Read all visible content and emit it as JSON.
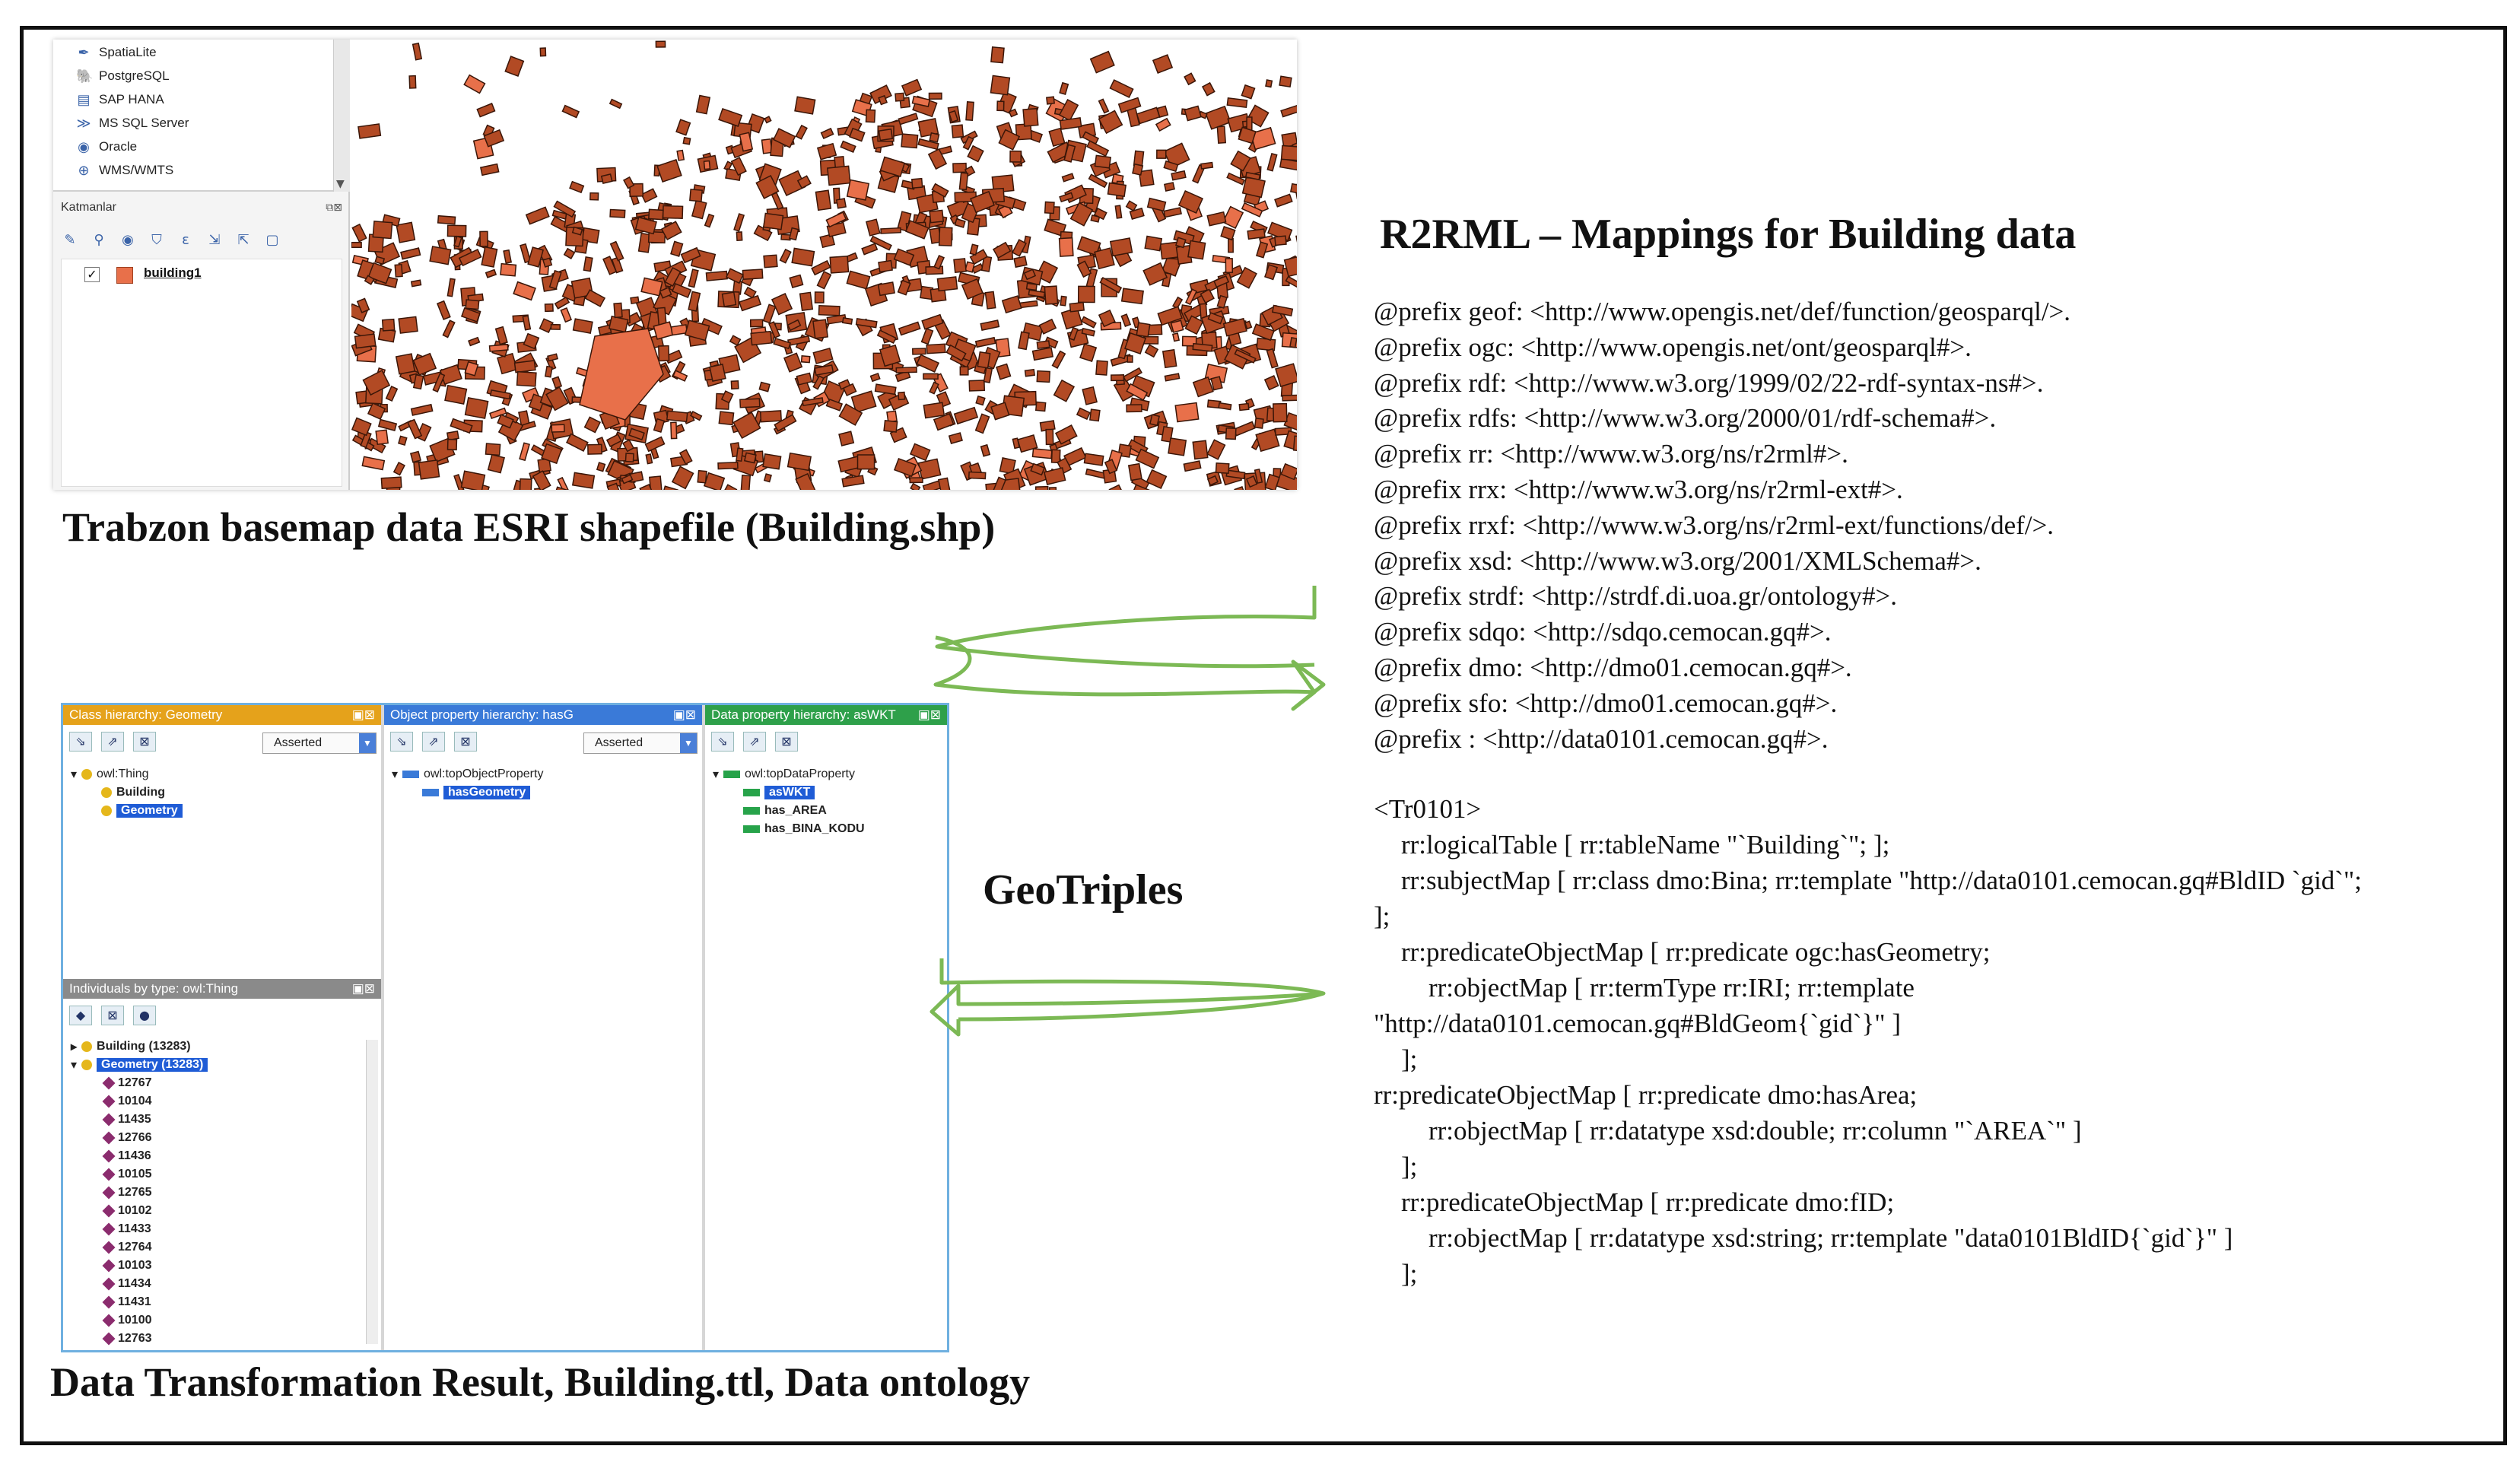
{
  "qgis": {
    "sources": [
      {
        "icon": "spatialite-icon",
        "label": "SpatiaLite"
      },
      {
        "icon": "postgresql-icon",
        "label": "PostgreSQL"
      },
      {
        "icon": "sap-hana-icon",
        "label": "SAP HANA"
      },
      {
        "icon": "ms-sql-server-icon",
        "label": "MS SQL Server"
      },
      {
        "icon": "oracle-icon",
        "label": "Oracle"
      },
      {
        "icon": "wms-wmts-icon",
        "label": "WMS/WMTS"
      }
    ],
    "layers_title": "Katmanlar",
    "layer_name": "building1",
    "layer_checked": true,
    "layer_color": "#e8704a"
  },
  "captions": {
    "qgis": "Trabzon basemap data ESRI shapefile (Building.shp)",
    "protege": "Data Transformation Result, Building.ttl, Data ontology",
    "geotriples": "GeoTriples"
  },
  "protege": {
    "class_pane": {
      "title": "Class hierarchy: Geometry",
      "color": "#e5a21b",
      "mode": "Asserted",
      "root": "owl:Thing",
      "children": [
        "Building",
        "Geometry"
      ],
      "selected": "Geometry"
    },
    "object_pane": {
      "title": "Object property hierarchy: hasG",
      "color": "#3a7ad8",
      "mode": "Asserted",
      "root": "owl:topObjectProperty",
      "children": [
        "hasGeometry"
      ],
      "selected": "hasGeometry"
    },
    "data_pane": {
      "title": "Data property hierarchy: asWKT",
      "color": "#2ea04a",
      "root": "owl:topDataProperty",
      "children": [
        "asWKT",
        "has_AREA",
        "has_BINA_KODU"
      ],
      "selected": "asWKT"
    },
    "individuals_pane": {
      "title": "Individuals by type: owl:Thing",
      "color": "#8a8a8a",
      "groups": [
        "Building (13283)",
        "Geometry (13283)"
      ],
      "selected": "Geometry (13283)",
      "items": [
        "12767",
        "10104",
        "11435",
        "12766",
        "11436",
        "10105",
        "12765",
        "10102",
        "11433",
        "12764",
        "10103",
        "11434",
        "11431",
        "10100",
        "12763"
      ]
    }
  },
  "r2rml": {
    "title": "R2RML – Mappings for Building data",
    "prefixes": [
      "@prefix geof: <http://www.opengis.net/def/function/geosparql/>.",
      "@prefix ogc: <http://www.opengis.net/ont/geosparql#>.",
      "@prefix rdf: <http://www.w3.org/1999/02/22-rdf-syntax-ns#>.",
      "@prefix rdfs: <http://www.w3.org/2000/01/rdf-schema#>.",
      "@prefix rr: <http://www.w3.org/ns/r2rml#>.",
      "@prefix rrx: <http://www.w3.org/ns/r2rml-ext#>.",
      "@prefix rrxf: <http://www.w3.org/ns/r2rml-ext/functions/def/>.",
      "@prefix xsd: <http://www.w3.org/2001/XMLSchema#>.",
      "@prefix strdf: <http://strdf.di.uoa.gr/ontology#>.",
      "@prefix sdqo: <http://sdqo.cemocan.gq#>.",
      "@prefix dmo: <http://dmo01.cemocan.gq#>.",
      "@prefix sfo: <http://dmo01.cemocan.gq#>.",
      "@prefix : <http://data0101.cemocan.gq#>."
    ],
    "body": [
      "<Tr0101>",
      "rr:logicalTable [ rr:tableName \"`Building`\"; ];",
      "rr:subjectMap [ rr:class dmo:Bina; rr:template \"http://data0101.cemocan.gq#BldID `gid`\";",
      "];",
      "rr:predicateObjectMap [ rr:predicate ogc:hasGeometry;",
      "rr:objectMap [ rr:termType rr:IRI; rr:template",
      "\"http://data0101.cemocan.gq#BldGeom{`gid`}\" ]",
      "];",
      "rr:predicateObjectMap [ rr:predicate dmo:hasArea;",
      "rr:objectMap [ rr:datatype xsd:double; rr:column \"`AREA`\" ]",
      "];",
      "rr:predicateObjectMap [ rr:predicate dmo:fID;",
      "rr:objectMap [ rr:datatype xsd:string; rr:template \"data0101BldID{`gid`}\" ]",
      "];"
    ]
  }
}
